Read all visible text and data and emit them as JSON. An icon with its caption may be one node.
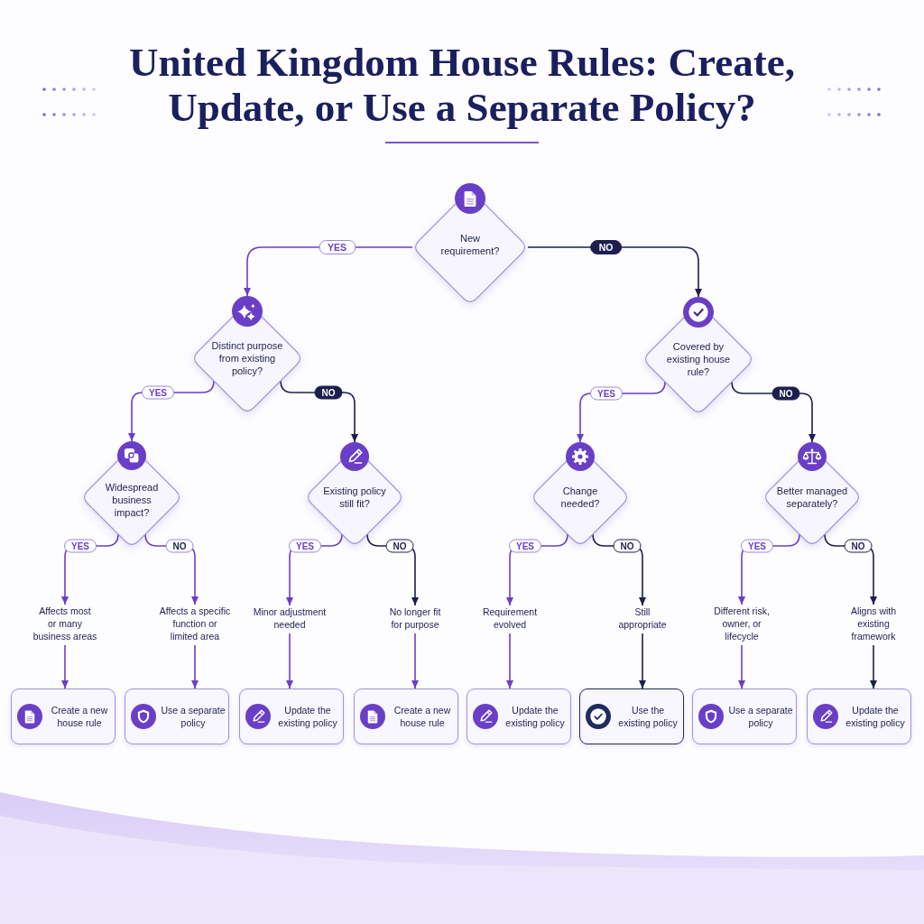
{
  "diagram": {
    "title": "United Kingdom House Rules: Create, Update, or Use a Separate Policy?",
    "nodes": [
      {
        "text": [
          "New requirement?"
        ]
      },
      {
        "text": [
          "Distinct purpose from existing policy?"
        ]
      },
      {
        "text": [
          "Covered by existing house rule?"
        ]
      },
      {
        "text": [
          "Widespread business impact?"
        ]
      },
      {
        "text": [
          "Existing policy still fit?"
        ]
      },
      {
        "text": [
          "Change needed?"
        ]
      },
      {
        "text": [
          "Better managed separately?"
        ]
      },
      {
        "text": [
          "Affects most or many business areas"
        ]
      },
      {
        "text": [
          "Affects a specific function or limited area"
        ]
      },
      {
        "text": [
          "Minor adjustment needed"
        ]
      },
      {
        "text": [
          "No longer fit for purpose"
        ]
      },
      {
        "text": [
          "Requirement evolved"
        ]
      },
      {
        "text": [
          "Still appropriate"
        ]
      },
      {
        "text": [
          "Different risk, owner, or lifecycle"
        ]
      },
      {
        "text": [
          "Aligns with existing framework"
        ]
      },
      {
        "text": [
          "Create a new house rule"
        ]
      },
      {
        "text": [
          "Use a separate policy"
        ]
      },
      {
        "text": [
          "Update the existing policy"
        ]
      },
      {
        "text": [
          "Create a new house rule"
        ]
      },
      {
        "text": [
          "Update the existing policy"
        ]
      },
      {
        "text": [
          "Use the existing policy"
        ]
      },
      {
        "text": [
          "Use a separate policy"
        ]
      },
      {
        "text": [
          "Update the existing policy"
        ]
      }
    ],
    "edges": [
      {
        "from": 0,
        "to": 1,
        "arrow": "to",
        "label": "YES"
      },
      {
        "from": 0,
        "to": 2,
        "arrow": "to",
        "label": "NO",
        "color": "#1c1f4e"
      },
      {
        "from": 1,
        "to": 3,
        "arrow": "to",
        "label": "YES"
      },
      {
        "from": 1,
        "to": 4,
        "arrow": "to",
        "label": "NO",
        "color": "#1c1f4e"
      },
      {
        "from": 2,
        "to": 5,
        "arrow": "to",
        "label": "YES"
      },
      {
        "from": 2,
        "to": 6,
        "arrow": "to",
        "label": "NO",
        "color": "#1c1f4e"
      },
      {
        "from": 3,
        "to": 7,
        "arrow": "to",
        "label": "YES"
      },
      {
        "from": 3,
        "to": 8,
        "arrow": "to",
        "label": "NO"
      },
      {
        "from": 4,
        "to": 9,
        "arrow": "to",
        "label": "YES"
      },
      {
        "from": 4,
        "to": 10,
        "arrow": "to",
        "label": "NO",
        "color": "#1c1f4e"
      },
      {
        "from": 5,
        "to": 11,
        "arrow": "to",
        "label": "YES"
      },
      {
        "from": 5,
        "to": 12,
        "arrow": "to",
        "label": "NO",
        "color": "#1c1f4e"
      },
      {
        "from": 6,
        "to": 13,
        "arrow": "to",
        "label": "YES"
      },
      {
        "from": 6,
        "to": 14,
        "arrow": "to",
        "label": "NO",
        "color": "#1c1f4e"
      },
      {
        "from": 7,
        "to": 15,
        "arrow": "to"
      },
      {
        "from": 8,
        "to": 16,
        "arrow": "to"
      },
      {
        "from": 9,
        "to": 17,
        "arrow": "to"
      },
      {
        "from": 10,
        "to": 18,
        "arrow": "to"
      },
      {
        "from": 11,
        "to": 19,
        "arrow": "to"
      },
      {
        "from": 12,
        "to": 20,
        "arrow": "to",
        "color": "#1c1f4e"
      },
      {
        "from": 13,
        "to": 21,
        "arrow": "to"
      },
      {
        "from": 14,
        "to": 22,
        "arrow": "to",
        "color": "#1c1f4e"
      }
    ]
  }
}
